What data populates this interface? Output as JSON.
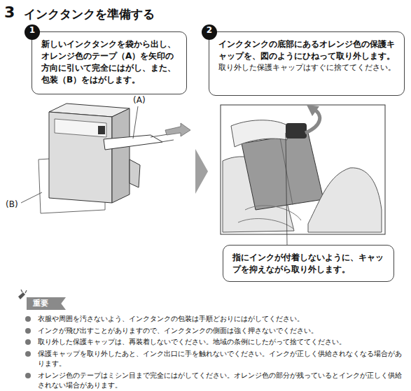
{
  "diagram": {
    "title": "インクタンクを準備する",
    "nodes": [
      {
        "text": [
          "新しいインクタンクを袋から出し、オレンジ色のテープ（A）を矢印の方向に引いて完全にはがし、また、包装（B）をはがします。"
        ]
      },
      {
        "text": [
          "1"
        ],
        "in": 0
      },
      {
        "text": [
          "インクタンクの底部にあるオレンジ色の保護キャップを、図のようにひねって取り外します。",
          "取り外した保護キャップはすぐに捨ててください。"
        ]
      },
      {
        "text": [
          "2"
        ],
        "in": 2
      },
      {
        "text": [
          "指にインクが付着しないように、キャップを抑えながら取り外します。"
        ]
      },
      {
        "text": [
          "重要"
        ]
      }
    ],
    "labels": [
      "3",
      "(A)",
      "(B)",
      "衣服や周囲を汚さないよう、インクタンクの包装は手順どおりにはがしてください。",
      "インクが飛び出すことがありますので、インクタンクの側面は強く押さないでください。",
      "取り外した保護キャップは、再装着しないでください。地域の条例にしたがって捨ててください。",
      "保護キャップを取り外したあと、インク出口に手を触れないでください。インクが正しく供給されなくなる場合があります。",
      "オレンジ色のテープはミシン目まで完全にはがしてください。オレンジ色の部分が残っているとインクが正しく供給されない場合があります。"
    ]
  }
}
